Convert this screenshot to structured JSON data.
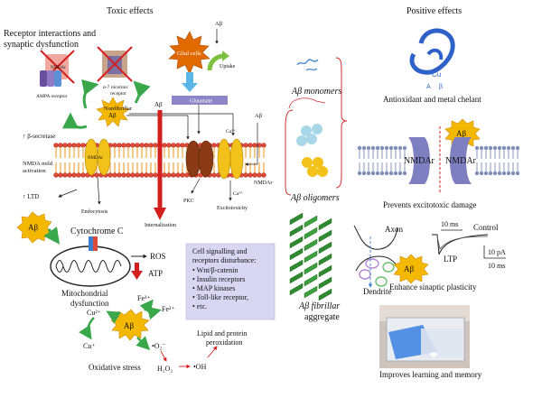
{
  "headers": {
    "toxic": "Toxic effects",
    "positive": "Positive effects"
  },
  "receptor_section": {
    "title_line1": "Receptor interactions and",
    "title_line2": "synaptic dysfunction",
    "nmda_label": "NMDAr",
    "ampa_label": "AMPA receptor",
    "alpha7_label_line1": "α-7 nicotinic",
    "alpha7_label_line2": "receptor",
    "nonfibrillar_line1": "Nonfibrillar",
    "nonfibrillar_line2": "Aβ",
    "beta_secretase": "↑ β-secretase",
    "nmda_mild_line1": "NMDA mild",
    "nmda_mild_line2": "activation",
    "ltd": "↑ LTD",
    "endocytosis": "Endocytosis",
    "internalization": "Internalization",
    "ab_top": "Aβ",
    "glial_cells": "Glial cells",
    "ab_glial": "Aβ",
    "uptake": "Uptake",
    "glutamate": "Glutamate",
    "ab_right": "Aβ",
    "ca_top": "Ca²⁺",
    "ca_bottom": "Ca²⁺",
    "nmdar_right": "NMDAr",
    "pkc": "PKC",
    "excitotoxicity": "Excitotoxicity"
  },
  "mito_section": {
    "ab_badge": "Aβ",
    "cytochrome": "Cytochrome C",
    "ros": "ROS",
    "atp": "ATP",
    "mito_line1": "Mitochondrial",
    "mito_line2": "dysfunction"
  },
  "oxidative_section": {
    "fe3": "Fe³⁺",
    "fe2": "Fe²⁺",
    "cu2": "Cu²⁺",
    "cu1": "Cu⁺",
    "ab_center": "Aβ",
    "o2": "•O₂⁻",
    "h2o2": "H₂O₂",
    "oh": "•OH",
    "label": "Oxidative stress",
    "lipid_line1": "Lipid and protein",
    "lipid_line2": "peroxidation"
  },
  "cell_signalling": {
    "title_line1": "Cell signalling and",
    "title_line2": "receptors disturbance:",
    "items": [
      "Wnt/β-catenin",
      "Insulin receptors",
      "MAP kinases",
      "Toll-like receptor,",
      "etc."
    ]
  },
  "middle": {
    "monomers": "Aβ monomers",
    "oligomers": "Aβ oligomers",
    "fibrillar_line1": "Aβ fibrillar",
    "fibrillar_line2": "aggregate"
  },
  "positive": {
    "cu": "Cu",
    "a_letter": "A",
    "b_letter": "β",
    "antioxidant": "Antioxidant and metal chelant",
    "ab_badge": "Aβ",
    "nmdar_left": "NMDAr",
    "nmdar_right": "NMDAr",
    "prevents": "Prevents excitotoxic damage",
    "axon": "Axon",
    "dendrite": "Dendrite",
    "ab_synapse": "Aβ",
    "ten_ms": "10 ms",
    "control": "Control",
    "ltp": "LTP",
    "scale_pa": "10 pA",
    "scale_ms": "10 ms",
    "enhance": "Enhance sinaptic plasticity",
    "improves": "Improves learning and memory"
  },
  "colors": {
    "ab_badge": "#f5b800",
    "nonfibrillar_star": "#f5b800",
    "glial_star": "#e06a00",
    "membrane_head": "#e04a3a",
    "red_arrow": "#d41f1f",
    "green_arrow": "#3aa84a",
    "signal_box": "#d9d6f2",
    "brace": "#d23030",
    "nmdar_purple": "#7e7fc0",
    "oligomer_blue": "#a8d8e8",
    "oligomer_yellow": "#f2c21a",
    "fibril_green": "#2f8a2f",
    "monomer_blue": "#4b8ad0"
  }
}
